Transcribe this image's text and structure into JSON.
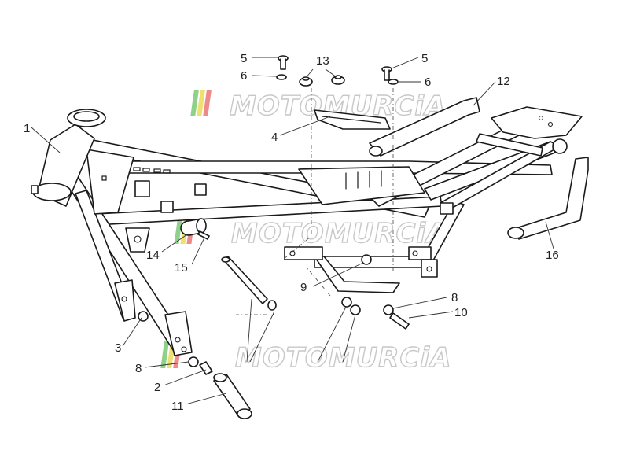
{
  "diagram": {
    "watermark": "MOTOMURCiA",
    "watermark_colors": {
      "green": "#8fd18a",
      "yellow": "#f0e070",
      "red": "#ee8a8a",
      "gray": "#c8c8c8"
    },
    "callouts": {
      "c1": "1",
      "c2": "2",
      "c3": "3",
      "c4": "4",
      "c5a": "5",
      "c5b": "5",
      "c6a": "6",
      "c6b": "6",
      "c8a": "8",
      "c8b": "8",
      "c9": "9",
      "c10": "10",
      "c11": "11",
      "c12": "12",
      "c13": "13",
      "c14": "14",
      "c15": "15",
      "c16": "16"
    }
  }
}
